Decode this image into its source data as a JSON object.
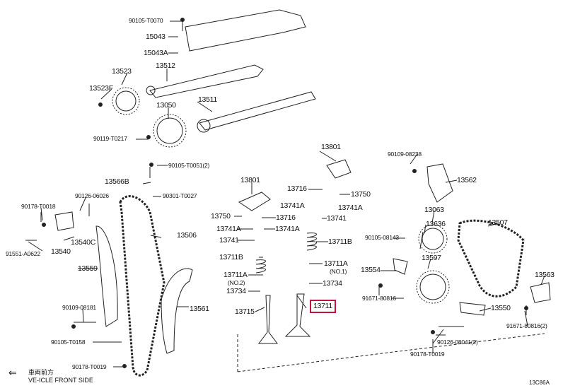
{
  "highlight_color": "#c0143c",
  "labels": {
    "p90105_T0070": "90105-T0070",
    "p15043": "15043",
    "p15043A": "15043A",
    "p13523": "13523",
    "p13512": "13512",
    "p13523F": "13523F",
    "p13511": "13511",
    "p13050": "13050",
    "p90119_T0217": "90119-T0217",
    "p90105_T0051": "90105-T0051(2)",
    "p13566B": "13566B",
    "p90301_T0027": "90301-T0027",
    "p90126_06026": "90126-06026",
    "p90178_T0018": "90178-T0018",
    "p13506": "13506",
    "p13540C": "13540C",
    "p91551_A0622": "91551-A0622",
    "p13540": "13540",
    "p13559": "13559",
    "p90109_08181": "90109-08181",
    "p13561": "13561",
    "p90105_T0158": "90105-T0158",
    "p90178_T0019_a": "90178-T0019",
    "p13801_a": "13801",
    "p13801_b": "13801",
    "p13716_a": "13716",
    "p13750_a": "13750",
    "p13741A_a": "13741A",
    "p13741A_b": "13741A",
    "p13750_b": "13750",
    "p13716_b": "13716",
    "p13741_a": "13741",
    "p13741A_c": "13741A",
    "p13741A_d": "13741A",
    "p13741_b": "13741",
    "p13711B_a": "13711B",
    "p13711B_b": "13711B",
    "p13711A_a": "13711A",
    "p13711A_b": "13711A",
    "no1": "(NO.1)",
    "no2": "(NO.2)",
    "p13734_a": "13734",
    "p13734_b": "13734",
    "p13715": "13715",
    "p13711": "13711",
    "p90109_08238": "90109-08238",
    "p13562": "13562",
    "p13063": "13063",
    "p90105_08143": "90105-08143",
    "p13636": "13636",
    "p13507": "13507",
    "p13597": "13597",
    "p13554": "13554",
    "p91671_80816": "91671-80816",
    "p13563": "13563",
    "p13550": "13550",
    "p91671_80816_2": "91671-80816(2)",
    "p90126_08041": "90126-08041(2)",
    "p90178_T0019_b": "90178-T0019"
  },
  "footer": {
    "arrow_glyph": "⇐",
    "jp_label": "車両前方",
    "en_label": "VE-ICLE FRONT SIDE",
    "diagram_code": "13C86A"
  }
}
